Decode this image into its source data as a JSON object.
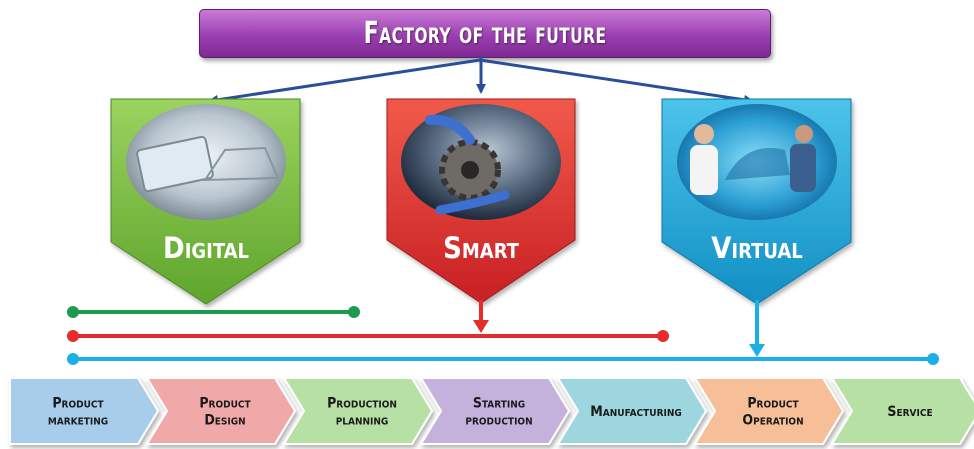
{
  "title": "Factory of the future",
  "pillars": [
    {
      "label": "Digital",
      "color": "#7dc242",
      "image": "tablet-assembly-line-photo"
    },
    {
      "label": "Smart",
      "color": "#e23b3b",
      "image": "robot-gear-photo"
    },
    {
      "label": "Virtual",
      "color": "#1aa3d8",
      "image": "engineers-virtual-car-photo"
    }
  ],
  "timelines": [
    {
      "color": "#1e9a50",
      "from_stage": "Product marketing",
      "to_stage": "Production planning"
    },
    {
      "color": "#e52b2b",
      "from_stage": "Product marketing",
      "to_stage": "Manufacturing"
    },
    {
      "color": "#1ab0e6",
      "from_stage": "Product marketing",
      "to_stage": "Service"
    }
  ],
  "stages": [
    {
      "lines": [
        "Product",
        "marketing"
      ],
      "color": "#a8cdea"
    },
    {
      "lines": [
        "Product",
        "Design"
      ],
      "color": "#f1a8a8"
    },
    {
      "lines": [
        "Production",
        "planning"
      ],
      "color": "#b7e0a4"
    },
    {
      "lines": [
        "Starting",
        "production"
      ],
      "color": "#c5b2dc"
    },
    {
      "lines": [
        "Manufacturing"
      ],
      "color": "#9ed6df"
    },
    {
      "lines": [
        "Product",
        "Operation"
      ],
      "color": "#f6bf97"
    },
    {
      "lines": [
        "Service"
      ],
      "color": "#b7e0a4"
    }
  ]
}
